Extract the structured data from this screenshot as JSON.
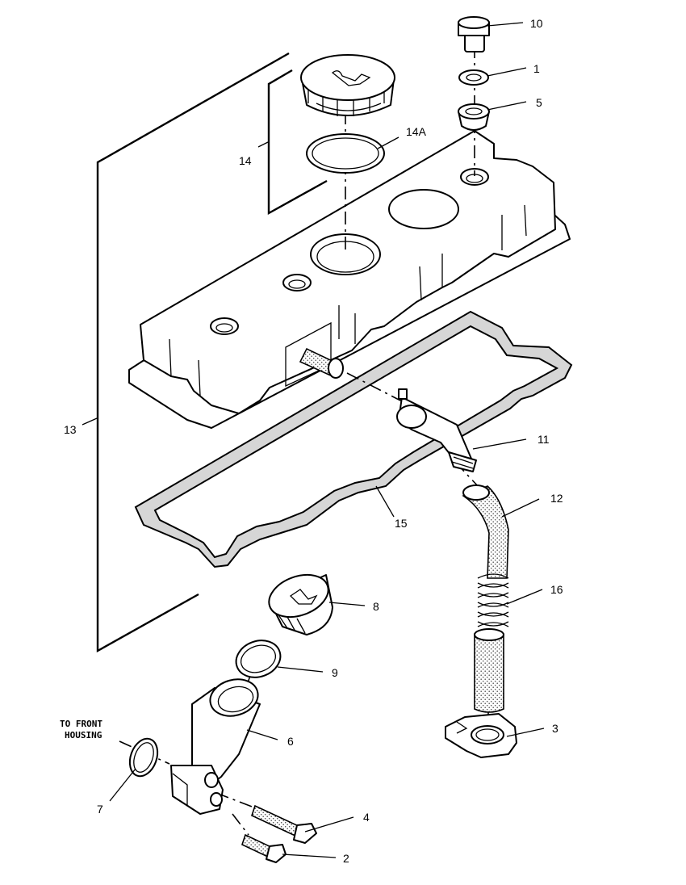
{
  "callouts": {
    "c10": "10",
    "c1": "1",
    "c5": "5",
    "c14a": "14A",
    "c14": "14",
    "c13": "13",
    "c11": "11",
    "c12": "12",
    "c15": "15",
    "c16": "16",
    "c8": "8",
    "c9": "9",
    "c6": "6",
    "c3": "3",
    "c7": "7",
    "c4": "4",
    "c2": "2"
  },
  "note": {
    "line1": "TO FRONT",
    "line2": "HOUSING"
  }
}
